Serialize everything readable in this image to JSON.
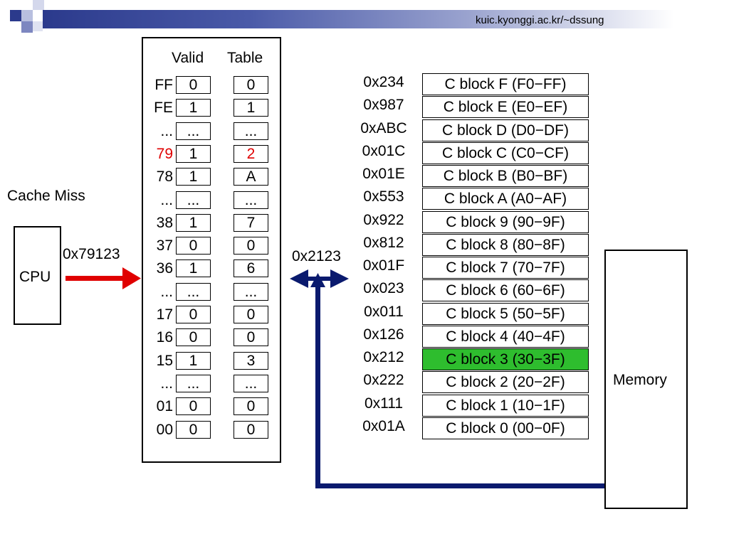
{
  "header": {
    "url": "kuic.kyonggi.ac.kr/~dssung"
  },
  "colors": {
    "header_dark": "#2b3a8c",
    "arrow_red": "#e00000",
    "arrow_navy": "#0a1a6e",
    "highlight_green": "#2ebd2e",
    "miss_red": "#e00000"
  },
  "labels": {
    "cache_miss": "Cache Miss",
    "cpu": "CPU",
    "cpu_address": "0x79123",
    "translated_address": "0x2123",
    "memory": "Memory",
    "valid_header": "Valid",
    "table_header": "Table"
  },
  "table_rows": [
    {
      "index": "FF",
      "valid": "0",
      "table": "0"
    },
    {
      "index": "FE",
      "valid": "1",
      "table": "1"
    },
    {
      "index": "...",
      "valid": "...",
      "table": "..."
    },
    {
      "index": "79",
      "valid": "1",
      "table": "2",
      "highlight": true
    },
    {
      "index": "78",
      "valid": "1",
      "table": "A"
    },
    {
      "index": "...",
      "valid": "...",
      "table": "..."
    },
    {
      "index": "38",
      "valid": "1",
      "table": "7"
    },
    {
      "index": "37",
      "valid": "0",
      "table": "0"
    },
    {
      "index": "36",
      "valid": "1",
      "table": "6"
    },
    {
      "index": "...",
      "valid": "...",
      "table": "..."
    },
    {
      "index": "17",
      "valid": "0",
      "table": "0"
    },
    {
      "index": "16",
      "valid": "0",
      "table": "0"
    },
    {
      "index": "15",
      "valid": "1",
      "table": "3"
    },
    {
      "index": "...",
      "valid": "...",
      "table": "..."
    },
    {
      "index": "01",
      "valid": "0",
      "table": "0"
    },
    {
      "index": "00",
      "valid": "0",
      "table": "0"
    }
  ],
  "cache_blocks": [
    {
      "address": "0x234",
      "label": "C block F (F0−FF)"
    },
    {
      "address": "0x987",
      "label": "C block E (E0−EF)"
    },
    {
      "address": "0xABC",
      "label": "C block D (D0−DF)"
    },
    {
      "address": "0x01C",
      "label": "C block C (C0−CF)"
    },
    {
      "address": "0x01E",
      "label": "C block B (B0−BF)"
    },
    {
      "address": "0x553",
      "label": "C block A (A0−AF)"
    },
    {
      "address": "0x922",
      "label": "C block 9 (90−9F)"
    },
    {
      "address": "0x812",
      "label": "C block 8 (80−8F)"
    },
    {
      "address": "0x01F",
      "label": "C block 7 (70−7F)"
    },
    {
      "address": "0x023",
      "label": "C block 6 (60−6F)"
    },
    {
      "address": "0x011",
      "label": "C block 5 (50−5F)"
    },
    {
      "address": "0x126",
      "label": "C block 4 (40−4F)"
    },
    {
      "address": "0x212",
      "label": "C block 3 (30−3F)",
      "highlight": true
    },
    {
      "address": "0x222",
      "label": "C block 2 (20−2F)"
    },
    {
      "address": "0x111",
      "label": "C block 1 (10−1F)"
    },
    {
      "address": "0x01A",
      "label": "C block 0 (00−0F)"
    }
  ]
}
